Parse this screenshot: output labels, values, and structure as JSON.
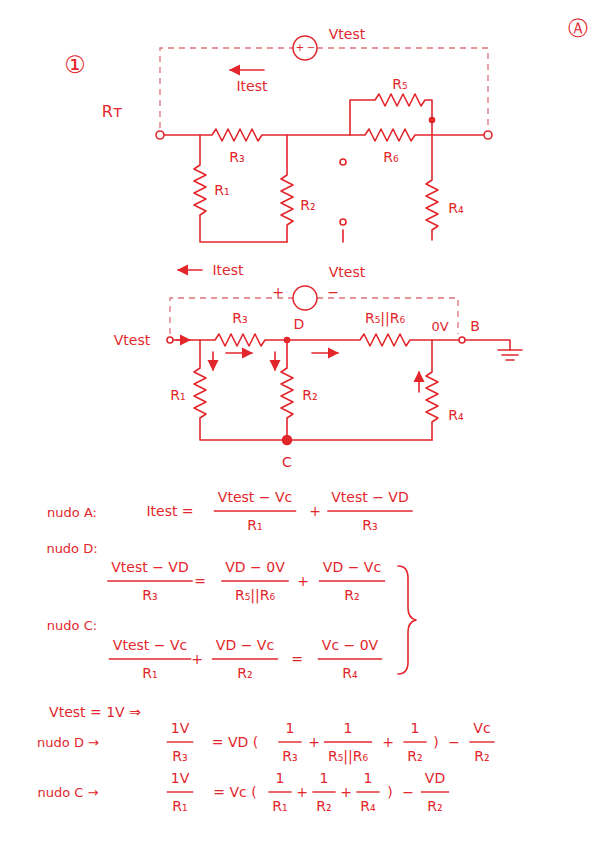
{
  "diagram": {
    "labels": [
      "①",
      "Ⓐ",
      "Vtest",
      "+",
      "−",
      "Itest",
      "Rᴛ",
      "R₅",
      "R₃",
      "R₆",
      "R₁",
      "R₂",
      "R₄",
      "Itest",
      "+",
      "Vtest",
      "−",
      "Vtest",
      "R₃",
      "D",
      "R₅||R₆",
      "0V",
      "B",
      "R₁",
      "R₂",
      "R₄",
      "C",
      "nudo A:",
      "Itest =",
      "Vtest − Vc",
      "R₁",
      "+",
      "Vtest − VD",
      "R₃",
      "nudo D:",
      "Vtest − VD",
      "R₃",
      "=",
      "VD − 0V",
      "R₅||R₆",
      "+",
      "VD − Vc",
      "R₂",
      "nudo C:",
      "Vtest − Vc",
      "R₁",
      "+",
      "VD − Vc",
      "R₂",
      "=",
      "Vc − 0V",
      "R₄",
      "Vtest = 1V ⇒",
      "nudo D →",
      "1V",
      "R₃",
      "= VD (",
      "1",
      "R₃",
      "+",
      "1",
      "R₅||R₆",
      "+",
      "1",
      "R₂",
      ")",
      "−",
      "Vc",
      "R₂",
      "nudo C →",
      "1V",
      "R₁",
      "= Vc (",
      "1",
      "R₁",
      "+",
      "1",
      "R₂",
      "+",
      "1",
      "R₄",
      ")",
      "−",
      "VD",
      "R₂"
    ]
  }
}
